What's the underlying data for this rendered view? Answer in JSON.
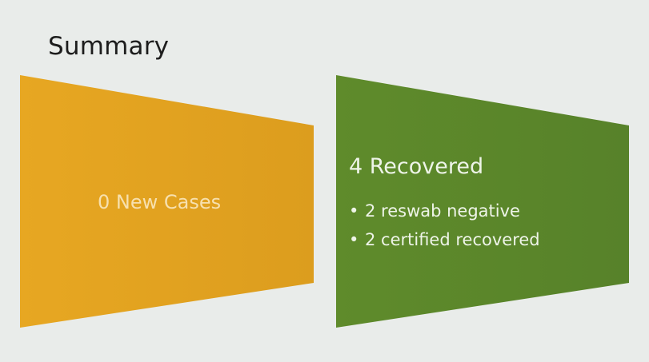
{
  "slide": {
    "title": "Summary"
  },
  "left_panel": {
    "text": "0 New Cases",
    "color": "#e2a221"
  },
  "right_panel": {
    "heading": "4 Recovered",
    "color": "#5e8a2a",
    "bullets": [
      {
        "text": "2 reswab negative"
      },
      {
        "text": "2 certified recovered"
      }
    ]
  }
}
